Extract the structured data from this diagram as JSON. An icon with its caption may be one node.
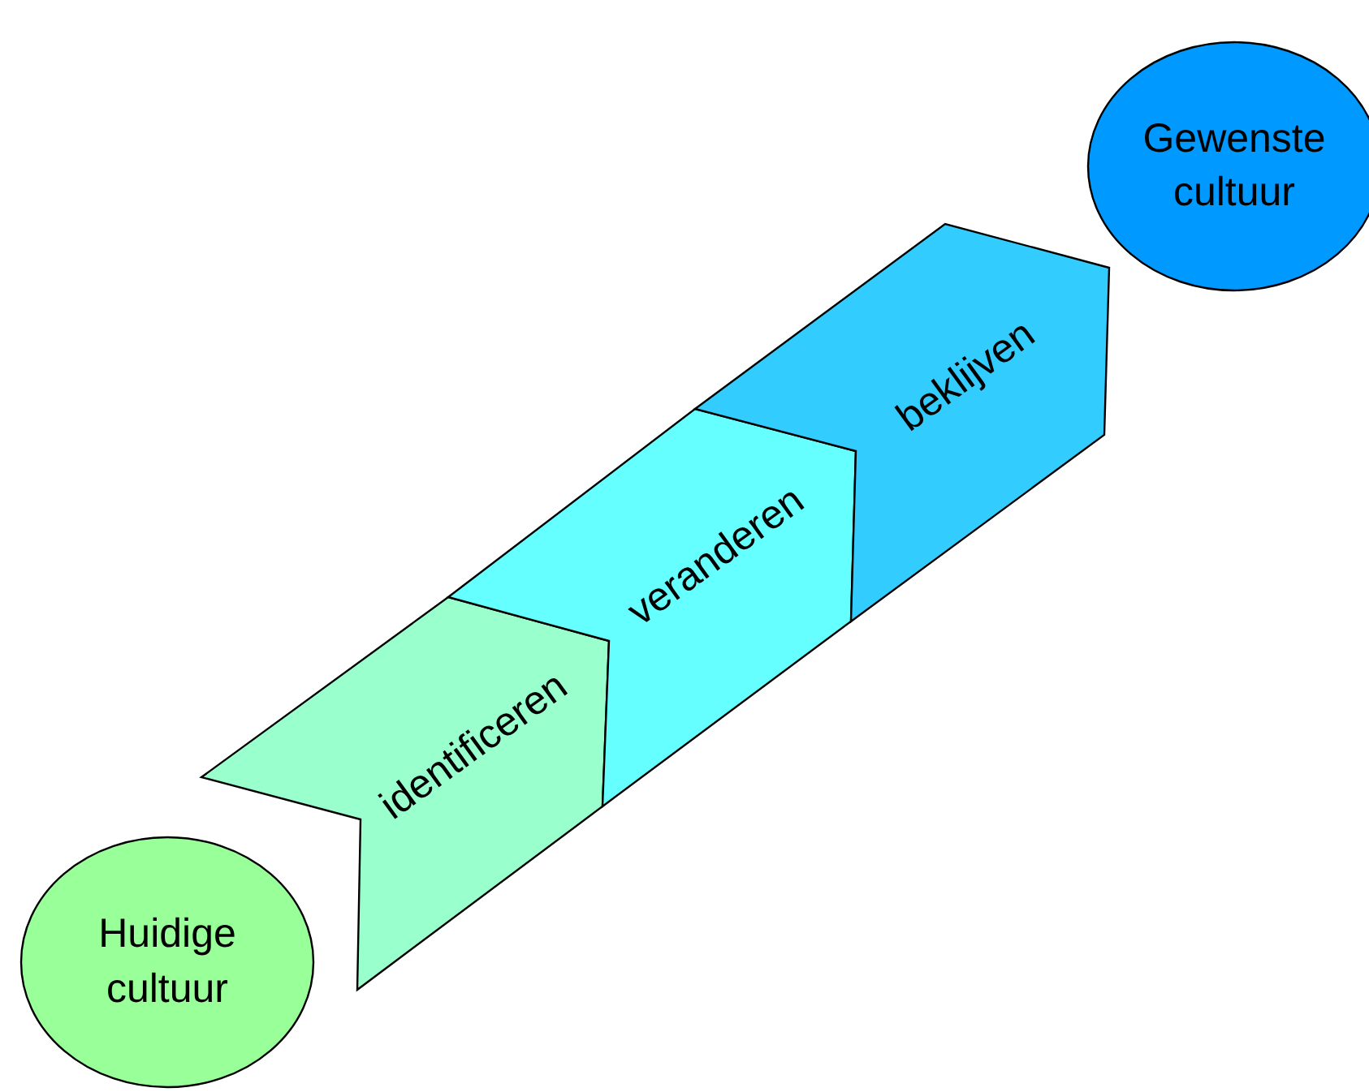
{
  "diagram": {
    "nodes": [
      {
        "text": [
          "Huidige cultuur"
        ]
      },
      {
        "text": [
          "identificeren"
        ]
      },
      {
        "text": [
          "veranderen"
        ]
      },
      {
        "text": [
          "beklijven"
        ]
      },
      {
        "text": [
          "Gewenste cultuur"
        ]
      }
    ]
  }
}
